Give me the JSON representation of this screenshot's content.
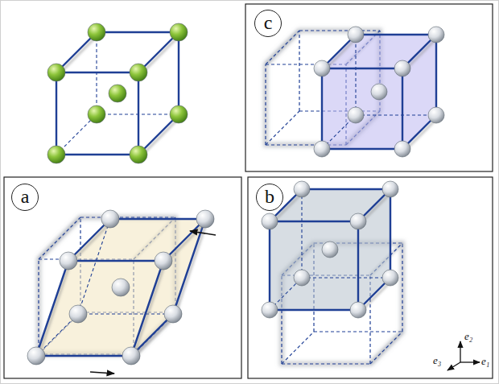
{
  "diagram": {
    "nodes": [
      {
        "text": [
          "c"
        ]
      },
      {
        "text": [
          "a"
        ]
      },
      {
        "text": [
          "b"
        ]
      }
    ],
    "labels": [
      "e₂",
      "e₃",
      "e₁"
    ]
  }
}
